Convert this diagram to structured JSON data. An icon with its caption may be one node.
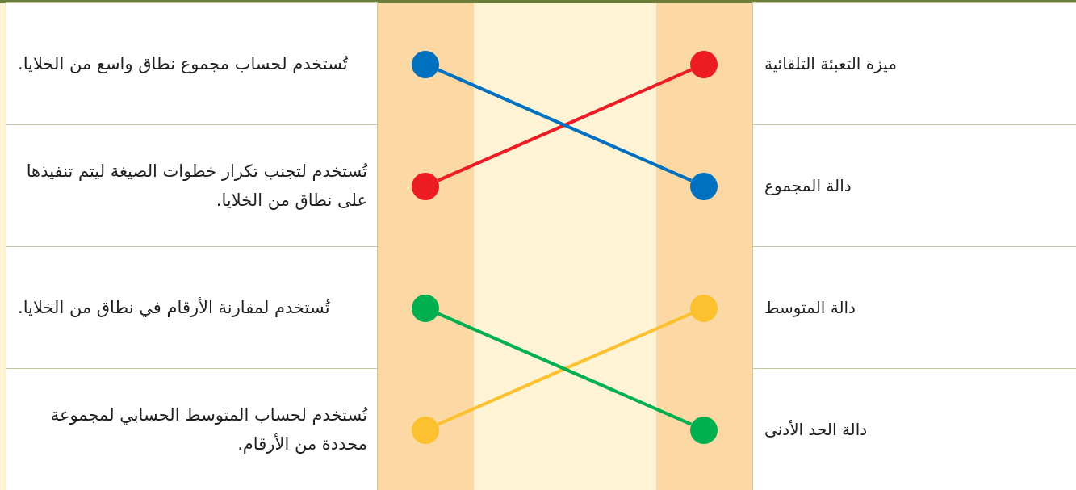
{
  "diagram": {
    "nodes": [
      {
        "text": [
          "ميزة التعبئة التلقائية"
        ]
      },
      {
        "text": [
          "دالة المجموع"
        ]
      },
      {
        "text": [
          "دالة المتوسط"
        ]
      },
      {
        "text": [
          "دالة الحد الأدنى"
        ]
      },
      {
        "text": [
          "تُستخدم لحساب مجموع نطاق واسع من الخلايا."
        ]
      },
      {
        "text": [
          "تُستخدم لتجنب تكرار خطوات الصيغة ليتم تنفيذها على نطاق من الخلايا."
        ]
      },
      {
        "text": [
          "تُستخدم لمقارنة الأرقام في نطاق من الخلايا."
        ]
      },
      {
        "text": [
          "تُستخدم لحساب المتوسط الحسابي لمجموعة محددة من الأرقام."
        ]
      },
      {
        "text": [],
        "shape": "circle"
      },
      {
        "text": [],
        "shape": "circle"
      },
      {
        "text": [],
        "shape": "circle"
      },
      {
        "text": [],
        "shape": "circle"
      },
      {
        "text": [],
        "shape": "circle"
      },
      {
        "text": [],
        "shape": "circle"
      },
      {
        "text": [],
        "shape": "circle"
      },
      {
        "text": [],
        "shape": "circle"
      }
    ],
    "edges": [
      {
        "from": 8,
        "to": 13,
        "arrow": "none",
        "color": "#ed1c24"
      },
      {
        "from": 9,
        "to": 12,
        "arrow": "none",
        "color": "#0070c0"
      },
      {
        "from": 10,
        "to": 15,
        "arrow": "none",
        "color": "#fdc02f"
      },
      {
        "from": 11,
        "to": 14,
        "arrow": "none",
        "color": "#00b050"
      }
    ]
  }
}
